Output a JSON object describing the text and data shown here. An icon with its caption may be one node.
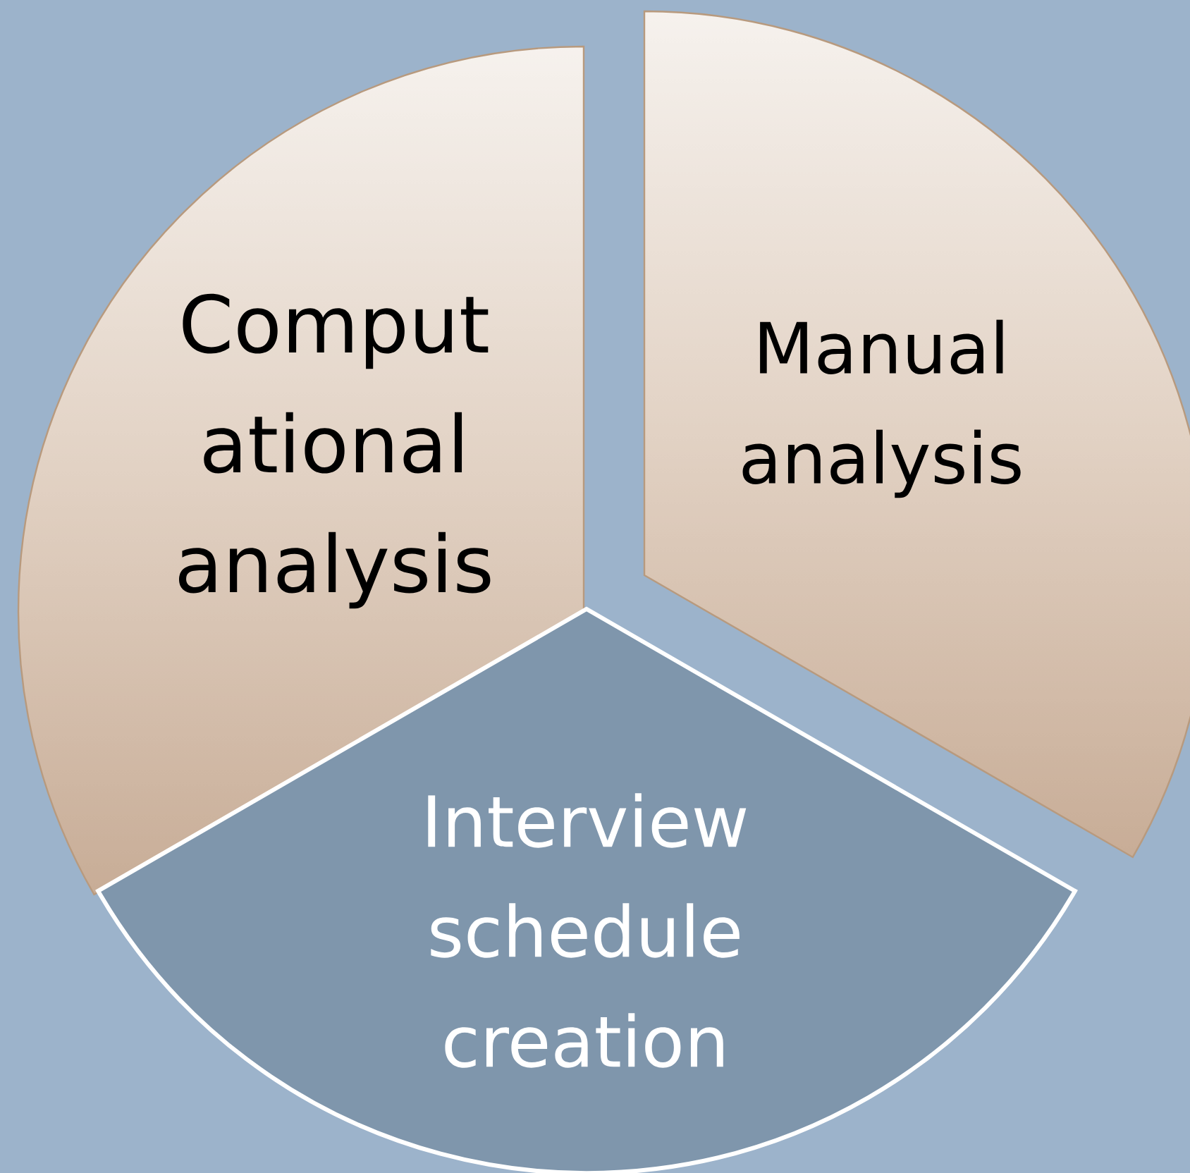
{
  "diagram": {
    "nodes": [
      {
        "text": [
          "Comput ational analysis"
        ]
      },
      {
        "text": [
          "Manual analysis"
        ]
      },
      {
        "text": [
          "Interview schedule creation"
        ]
      }
    ]
  }
}
